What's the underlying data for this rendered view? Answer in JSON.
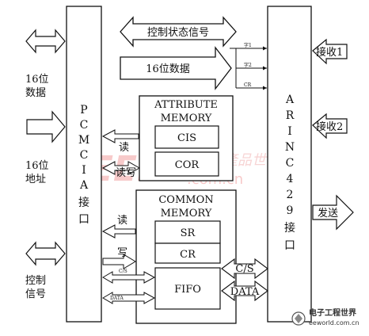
{
  "left_labels": {
    "data_line1": "16位",
    "data_line2": "数据",
    "addr_line1": "16位",
    "addr_line2": "地址",
    "ctrl_line1": "控制",
    "ctrl_line2": "信号"
  },
  "pcmcia_chars": [
    "P",
    "C",
    "M",
    "C",
    "I",
    "A",
    "接",
    "口"
  ],
  "arinc_chars": [
    "A",
    "R",
    "I",
    "N",
    "C",
    "4",
    "2",
    "9",
    "接",
    "口"
  ],
  "top_arrows": {
    "ctrl_status": "控制状态信号",
    "data16": "16位数据"
  },
  "small_signals": [
    "字1",
    "字2",
    "CR"
  ],
  "right_labels": {
    "recv1": "接收1",
    "recv2": "接收2",
    "send": "发送"
  },
  "attribute_memory": {
    "title_line1": "ATTRIBUTE",
    "title_line2": "MEMORY",
    "cis": "CIS",
    "cor": "COR"
  },
  "common_memory": {
    "title_line1": "COMMON",
    "title_line2": "MEMORY",
    "sr": "SR",
    "cr": "CR",
    "fifo": "FIFO"
  },
  "arrow_labels": {
    "read1": "读",
    "readwrite": "读写",
    "read2": "读",
    "write": "写",
    "cs_left": "C/S",
    "data_left": "DATA",
    "cs_right": "C/S",
    "data_right": "DATA"
  },
  "watermark": {
    "brand": "EEPW",
    "domain": ".com.cn",
    "cn": "電子產品世界"
  },
  "logo": {
    "cn": "电子工程世界",
    "url": "eeworld.com.cn"
  }
}
